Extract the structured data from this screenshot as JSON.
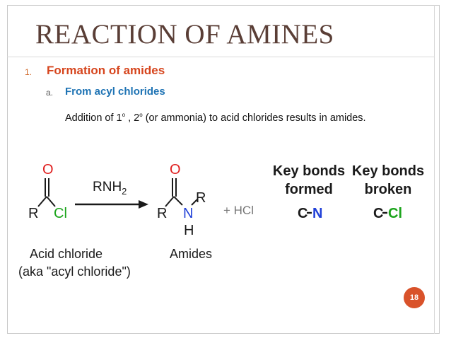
{
  "slide": {
    "title": "REACTION OF AMINES",
    "list_number": "1.",
    "heading": "Formation of amides",
    "sub_letter": "a.",
    "subheading": "From acyl chlorides",
    "body_pre": "Addition of 1",
    "body_sup1": "o",
    "body_mid": " , 2",
    "body_sup2": "o",
    "body_post": " (or ammonia) to acid chlorides results in amides.",
    "page_number": "18"
  },
  "scheme": {
    "reagent": "RNH",
    "reagent_sub": "2",
    "byproduct": "+ HCl",
    "reactant_label_line1": "Acid chloride",
    "reactant_label_line2": "(aka \"acyl chloride\")",
    "product_label": "Amides",
    "atoms": {
      "O": "O",
      "R": "R",
      "Cl": "Cl",
      "N": "N",
      "H": "H"
    },
    "key_formed_title_1": "Key bonds",
    "key_formed_title_2": "formed",
    "key_formed_bond_left": "C",
    "key_formed_bond_right": "N",
    "key_broken_title_1": "Key bonds",
    "key_broken_title_2": "broken",
    "key_broken_bond_left": "C",
    "key_broken_bond_right": "Cl",
    "colors": {
      "oxygen": "#e02020",
      "chlorine": "#1aa41a",
      "nitrogen": "#2040d8",
      "ink": "#1a1a1a"
    }
  }
}
